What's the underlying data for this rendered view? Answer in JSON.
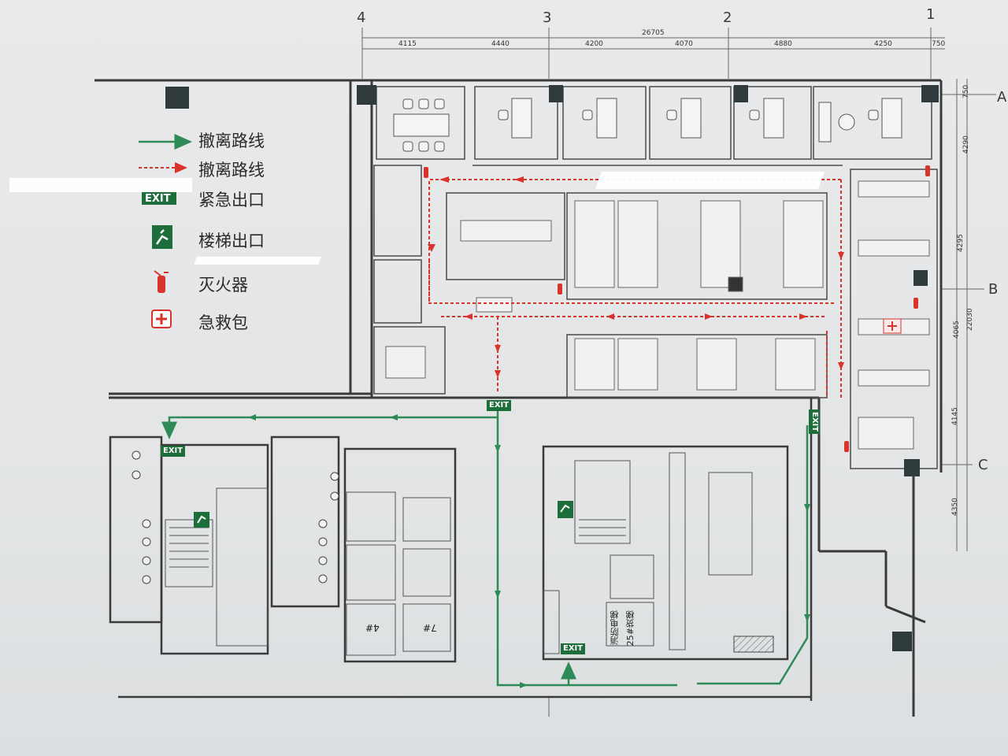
{
  "legend": {
    "items": [
      {
        "label": "撤离路线",
        "icon": "green-arrow-icon",
        "color": "#2e8b57"
      },
      {
        "label": "撤离路线",
        "icon": "red-dashed-arrow-icon",
        "color": "#d9342b"
      },
      {
        "label": "紧急出口",
        "icon": "exit-sign-icon",
        "sign_text": "EXIT",
        "color": "#1d6e3a"
      },
      {
        "label": "楼梯出口",
        "icon": "stair-exit-icon",
        "color": "#1d6e3a"
      },
      {
        "label": "灭火器",
        "icon": "fire-extinguisher-icon",
        "color": "#d9342b"
      },
      {
        "label": "急救包",
        "icon": "first-aid-kit-icon",
        "color": "#d9342b"
      }
    ]
  },
  "axes": {
    "columns": [
      "4",
      "3",
      "2",
      "1"
    ],
    "rows": [
      "A",
      "B",
      "C"
    ],
    "top_total": "26705",
    "top_dims": [
      "4115",
      "4440",
      "4200",
      "4070",
      "4880",
      "4250",
      "750"
    ],
    "right_total": "22030",
    "right_dims": [
      "4290",
      "4295",
      "4065",
      "4145",
      "4350",
      "750"
    ]
  },
  "signs": {
    "exit": "EXIT"
  },
  "lifts": {
    "lift_4": "4#",
    "lift_7": "7#",
    "fire_lift_line1": "消防电梯",
    "fire_lift_line2": "25#货梯"
  },
  "colors": {
    "evac_green": "#2e8b57",
    "evac_red": "#d9342b",
    "wall": "#3a3a3a",
    "column": "#2f3a3c"
  }
}
